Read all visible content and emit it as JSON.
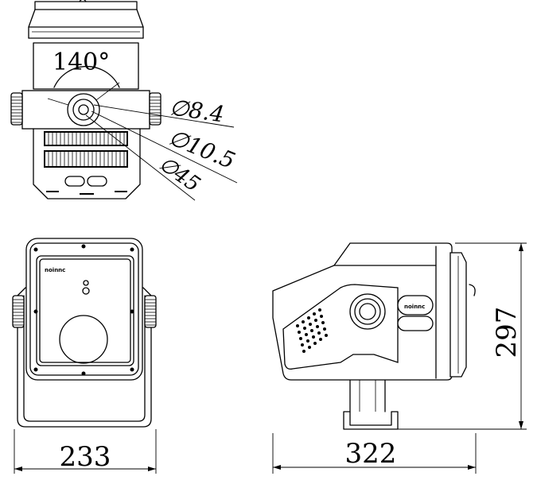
{
  "views": {
    "top": {
      "angle_label": "140°",
      "diameters": [
        "∅8.4",
        "∅10.5",
        "∅45"
      ]
    },
    "front": {
      "width_label": "233",
      "logo_text": "noinnc"
    },
    "side": {
      "length_label": "322",
      "height_label": "297",
      "logo_text": "noinnc"
    }
  }
}
